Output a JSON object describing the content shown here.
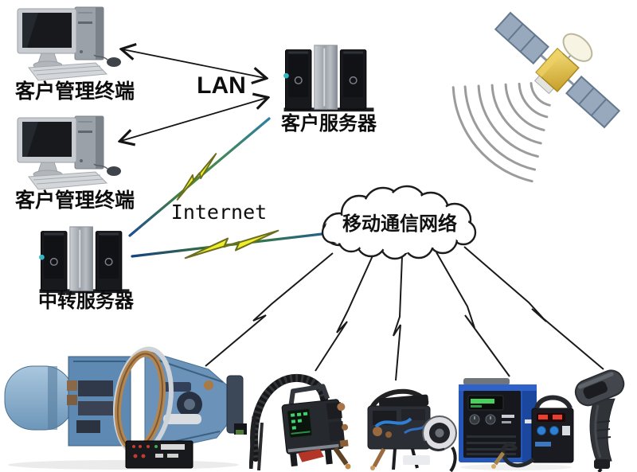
{
  "nodes": {
    "terminal_top": {
      "label": "客户管理终端",
      "type": "desktop-computer"
    },
    "terminal_bottom": {
      "label": "客户管理终端",
      "type": "desktop-computer"
    },
    "client_server": {
      "label": "客户服务器",
      "type": "server-towers"
    },
    "relay_server": {
      "label": "中转服务器",
      "type": "server-towers"
    },
    "cloud": {
      "label": "移动通信网络",
      "type": "cloud"
    }
  },
  "links": {
    "lan": {
      "label": "LAN",
      "style": "double-headed-arrows"
    },
    "internet": {
      "label": "Internet",
      "style": "blue-green-lines-with-yellow-lightning"
    },
    "wireless": {
      "style": "black-lightning-bolts",
      "count": 5
    }
  },
  "icons": {
    "satellite": "communication-satellite",
    "signal_waves": "radio-wave-arcs",
    "equipment": [
      "pipeline-welding-machine",
      "orbital-welding-carriage",
      "orbital-welding-carriage-with-wire-spool",
      "welding-power-source-with-wire-feeder",
      "handheld-barcode-scanner"
    ]
  },
  "colors": {
    "background": "#ffffff",
    "bolt_yellow": "#f0ee2a",
    "bolt_outline": "#6b6d1f",
    "line_blue": "#1d4e8f",
    "line_green": "#4e8c2e",
    "arrow_black": "#151515",
    "machine_blue": "#5d89b2",
    "power_source_blue": "#2457b8"
  }
}
